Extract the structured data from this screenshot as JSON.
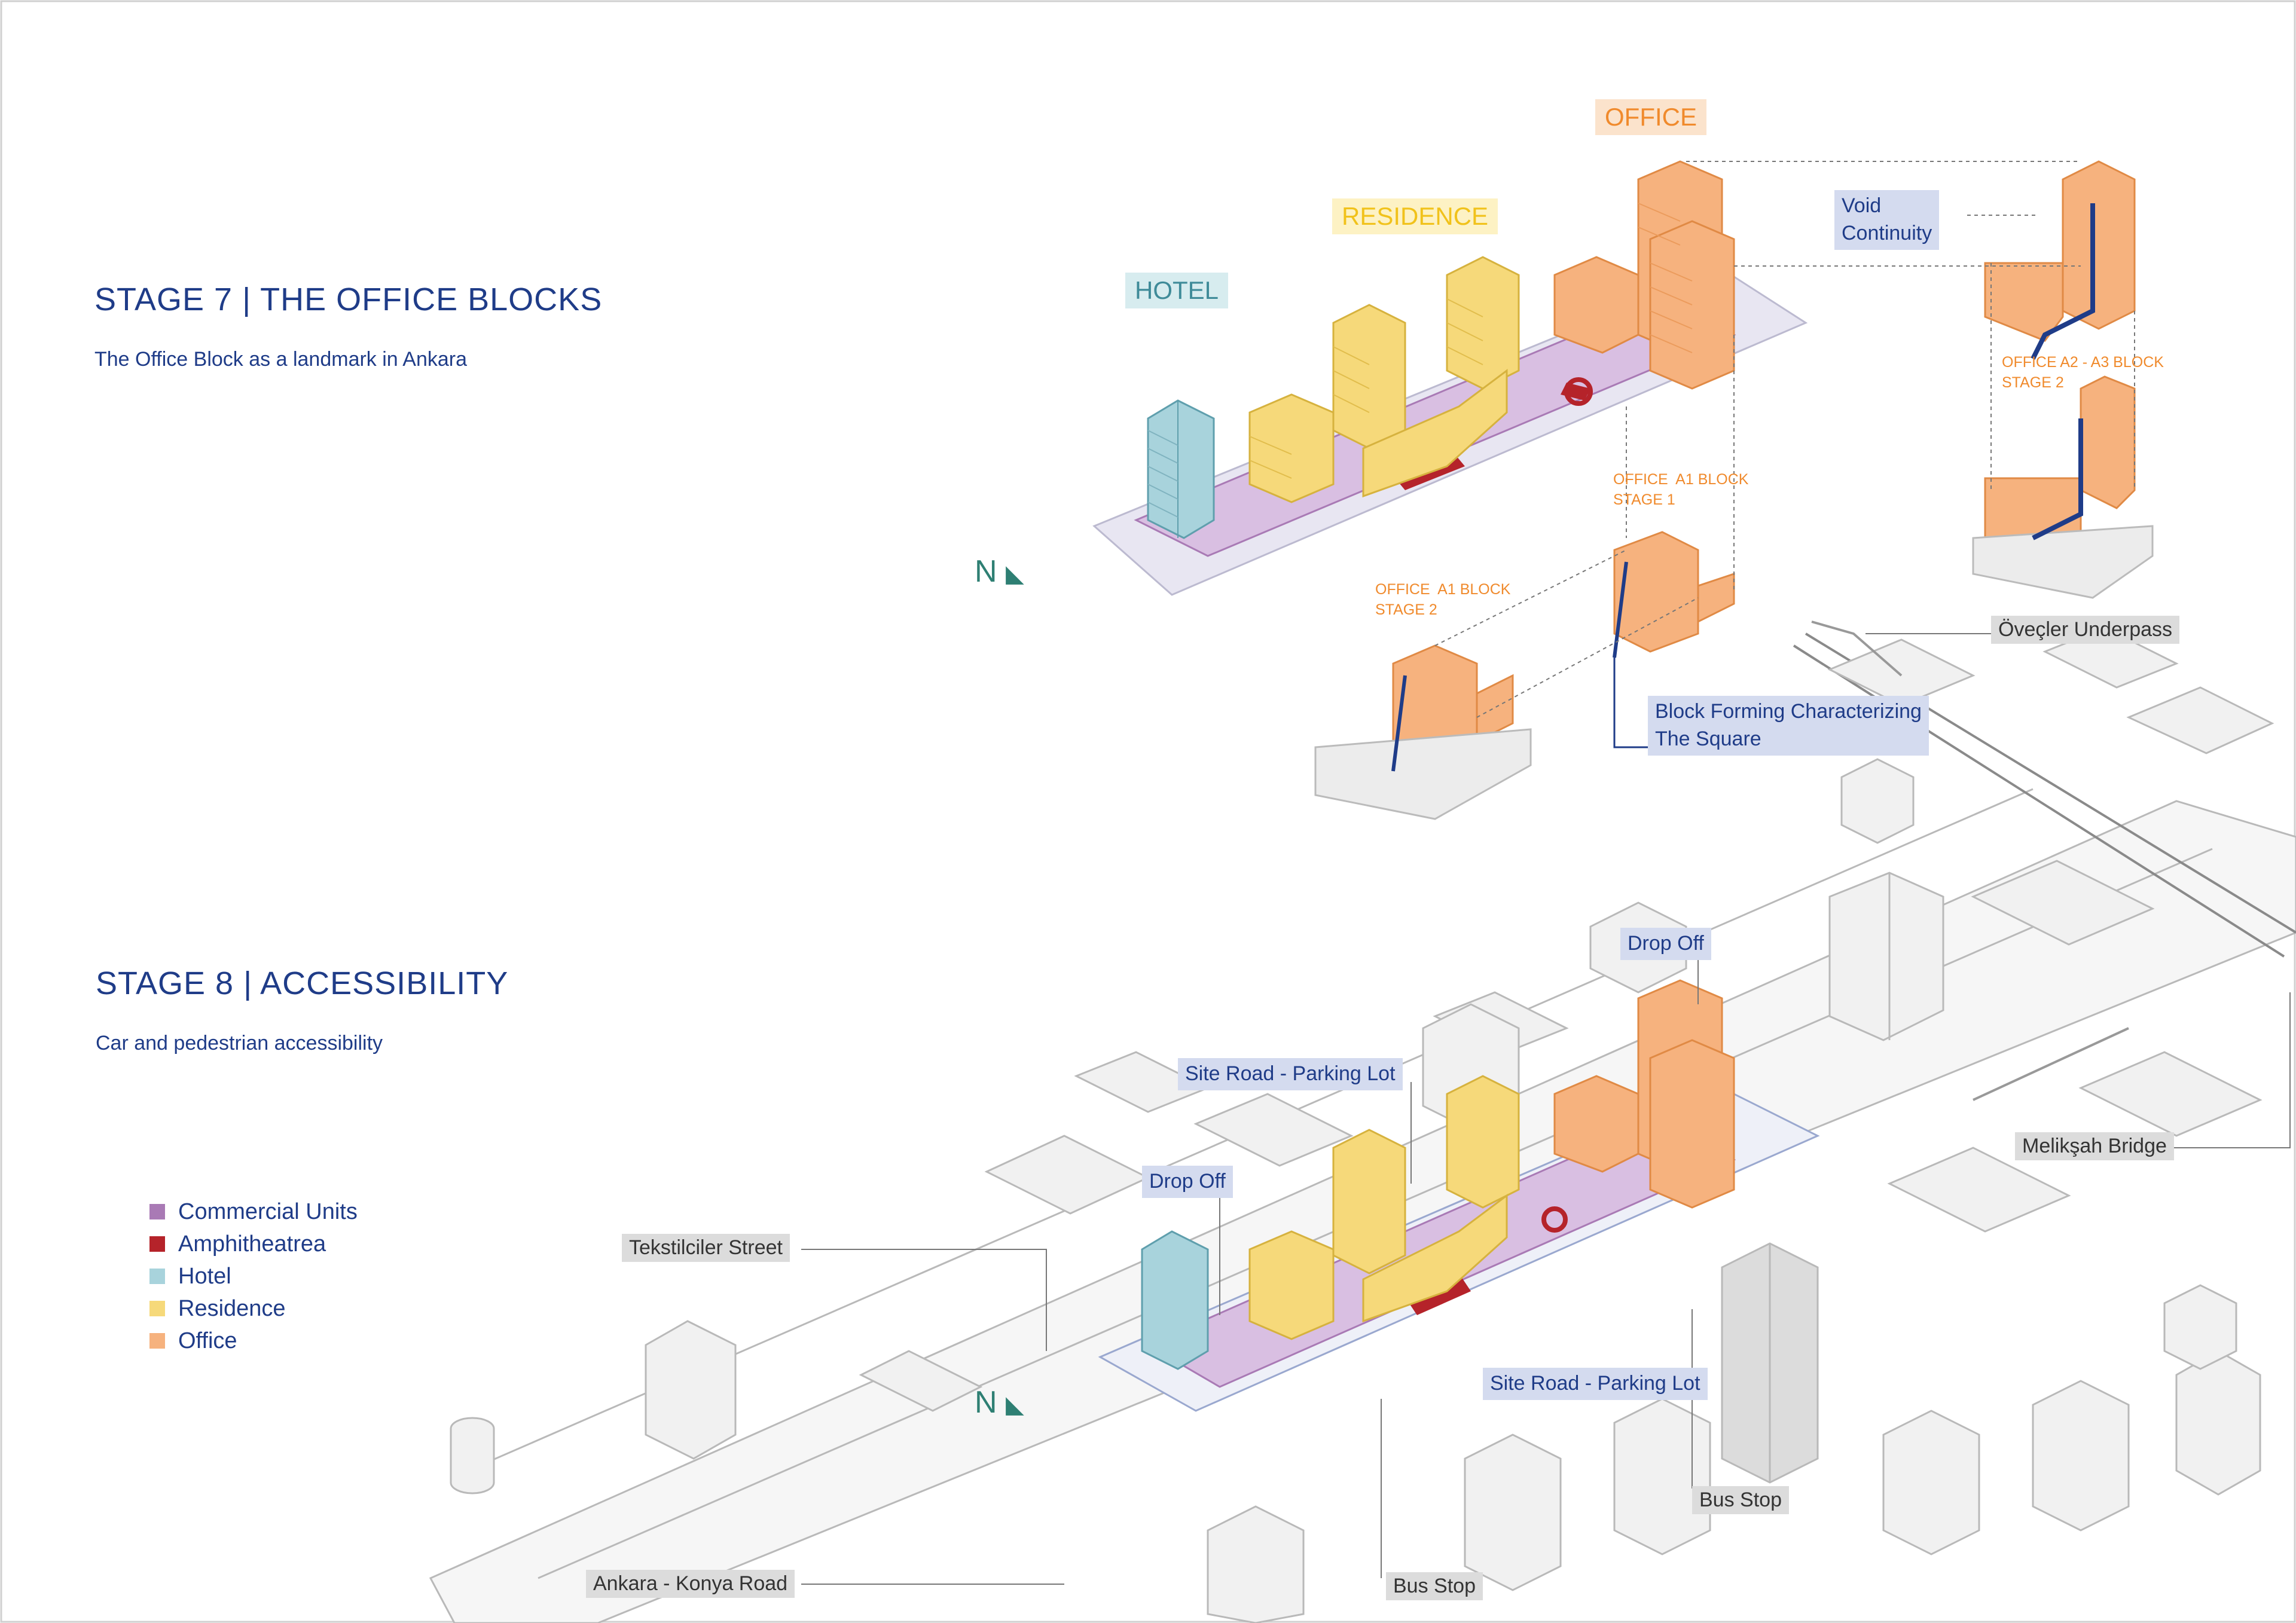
{
  "stage7": {
    "title": "STAGE 7 | THE OFFICE BLOCKS",
    "subtitle": "The Office Block as a landmark in Ankara"
  },
  "stage8": {
    "title": "STAGE 8 | ACCESSIBILITY",
    "subtitle": "Car and pedestrian accessibility"
  },
  "tags": {
    "office": "OFFICE",
    "residence": "RESIDENCE",
    "hotel": "HOTEL"
  },
  "callouts": {
    "void_continuity": "Void\nContinuity",
    "office_a2_a3": "OFFICE A2 - A3 BLOCK\nSTAGE 2",
    "office_a1_stage1": "OFFICE  A1 BLOCK\nSTAGE 1",
    "office_a1_stage2": "OFFICE  A1 BLOCK\nSTAGE 2",
    "block_forming": "Block Forming Characterizing\nThe Square",
    "ovecler_underpass": "Öveçler Underpass",
    "drop_off_top": "Drop Off",
    "site_road_parking_top": "Site Road - Parking Lot",
    "drop_off_left": "Drop Off",
    "tekstilciler_street": "Tekstilciler Street",
    "melik_bridge": "Melikşah Bridge",
    "site_road_parking_bottom": "Site Road - Parking Lot",
    "bus_stop_right": "Bus Stop",
    "bus_stop_bottom": "Bus Stop",
    "ankara_konya_road": "Ankara - Konya Road"
  },
  "north": {
    "label": "N"
  },
  "legend": {
    "items": [
      {
        "label": "Commercial Units",
        "color": "#a97ab5"
      },
      {
        "label": "Amphitheatrea",
        "color": "#b5232a"
      },
      {
        "label": "Hotel",
        "color": "#a8d3dc"
      },
      {
        "label": "Residence",
        "color": "#f6d97a"
      },
      {
        "label": "Office",
        "color": "#f6b27e"
      }
    ]
  },
  "colors": {
    "commercial": "#c9a6d3",
    "amphitheatre": "#b5232a",
    "hotel": "#a8d3dc",
    "residence": "#f6d97a",
    "office": "#f6b27e",
    "title_blue": "#1f3c88"
  }
}
